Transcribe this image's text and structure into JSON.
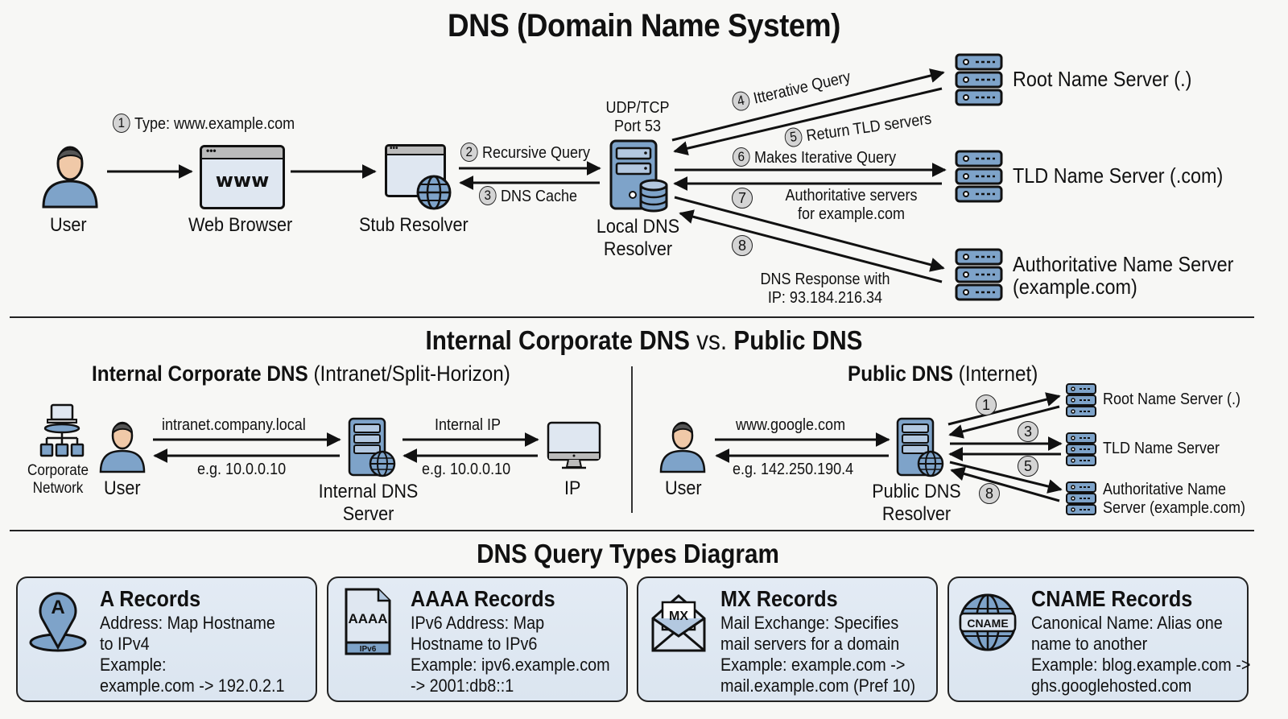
{
  "title": "DNS (Domain Name System)",
  "colors": {
    "accent_blue": "#7a9cc4",
    "light_blue": "#dbe5f0",
    "step_gray": "#d4d4d4",
    "stroke": "#1a1a1a"
  },
  "flow": {
    "nodes": {
      "user": "User",
      "browser": "Web Browser",
      "browser_icon_text": "www",
      "stub": "Stub Resolver",
      "local_resolver_line1": "Local DNS",
      "local_resolver_line2": "Resolver",
      "port_line1": "UDP/TCP",
      "port_line2": "Port 53",
      "root": "Root Name Server (.)",
      "tld": "TLD Name Server (.com)",
      "auth_line1": "Authoritative Name Server",
      "auth_line2": "(example.com)"
    },
    "steps": [
      {
        "num": "1",
        "label": "Type: www.example.com"
      },
      {
        "num": "2",
        "label": "Recursive Query"
      },
      {
        "num": "3",
        "label": "DNS Cache"
      },
      {
        "num": "4",
        "label": "Itterative Query"
      },
      {
        "num": "5",
        "label": "Return TLD servers"
      },
      {
        "num": "6",
        "label": "Makes Iterative Query"
      },
      {
        "num": "7",
        "label_line1": "Authoritative servers",
        "label_line2": "for example.com"
      },
      {
        "num": "8",
        "label_line1": "DNS Response with",
        "label_line2": "IP: 93.184.216.34"
      }
    ]
  },
  "comparison": {
    "title_bold1": "Internal Corporate DNS",
    "title_vs": "vs.",
    "title_bold2": "Public DNS",
    "internal": {
      "heading_bold": "Internal Corporate DNS",
      "heading_rest": "(Intranet/Split-Horizon)",
      "network_line1": "Corporate",
      "network_line2": "Network",
      "user": "User",
      "query": "intranet.company.local",
      "reply": "e.g. 10.0.0.10",
      "server_line1": "Internal DNS",
      "server_line2": "Server",
      "internal_ip": "Internal IP",
      "reply2": "e.g. 10.0.0.10",
      "ip": "IP"
    },
    "public": {
      "heading_bold": "Public DNS",
      "heading_rest": "(Internet)",
      "user": "User",
      "query": "www.google.com",
      "reply": "e.g. 142.250.190.4",
      "resolver_line1": "Public DNS",
      "resolver_line2": "Resolver",
      "root": "Root Name Server (.)",
      "tld": "TLD Name Server",
      "auth_line1": "Authoritative Name",
      "auth_line2": "Server (example.com)",
      "steps": [
        "1",
        "3",
        "5",
        "8"
      ]
    }
  },
  "query_types": {
    "title": "DNS Query Types Diagram",
    "cards": [
      {
        "title": "A Records",
        "icon": "map-pin-icon",
        "icon_text": "A",
        "lines": [
          "Address: Map Hostname",
          "to IPv4",
          "Example:",
          "example.com -> 192.0.2.1"
        ]
      },
      {
        "title": "AAAA Records",
        "icon": "document-icon",
        "icon_text": "AAAA",
        "icon_sub": "IPv6",
        "lines": [
          "IPv6 Address: Map",
          "Hostname to IPv6",
          "Example: ipv6.example.com",
          "-> 2001:db8::1"
        ]
      },
      {
        "title": "MX Records",
        "icon": "envelope-icon",
        "icon_text": "MX",
        "lines": [
          "Mail Exchange: Specifies",
          "mail servers for a domain",
          "Example: example.com ->",
          "mail.example.com (Pref 10)"
        ]
      },
      {
        "title": "CNAME Records",
        "icon": "globe-icon",
        "icon_text": "CNAME",
        "lines": [
          "Canonical Name: Alias one",
          "name to another",
          "Example: blog.example.com ->",
          "ghs.googlehosted.com"
        ]
      }
    ]
  }
}
